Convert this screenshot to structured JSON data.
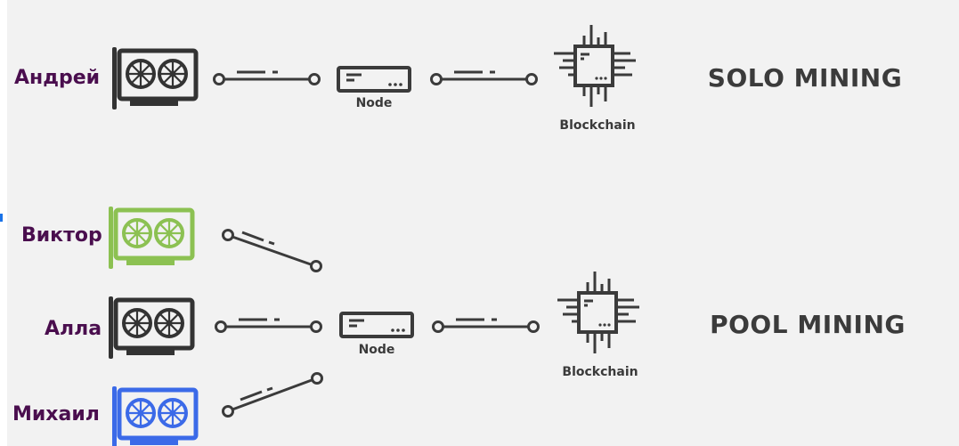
{
  "solo": {
    "title": "SOLO MINING",
    "miner": "Андрей",
    "node_label": "Node",
    "blockchain_label": "Blockchain"
  },
  "pool": {
    "title": "POOL MINING",
    "miners": [
      "Виктор",
      "Алла",
      "Михаил"
    ],
    "node_label": "Node",
    "blockchain_label": "Blockchain"
  },
  "colors": {
    "stroke": "#3b3b3b",
    "gpu_dark": "#333333",
    "gpu_green": "#8cc152",
    "gpu_blue": "#3b6ae8",
    "name_text": "#4a0e4e"
  },
  "icons": {
    "gpu": "graphics-card-icon",
    "link": "connection-line-icon",
    "node": "server-node-icon",
    "blockchain": "chip-blockchain-icon"
  }
}
